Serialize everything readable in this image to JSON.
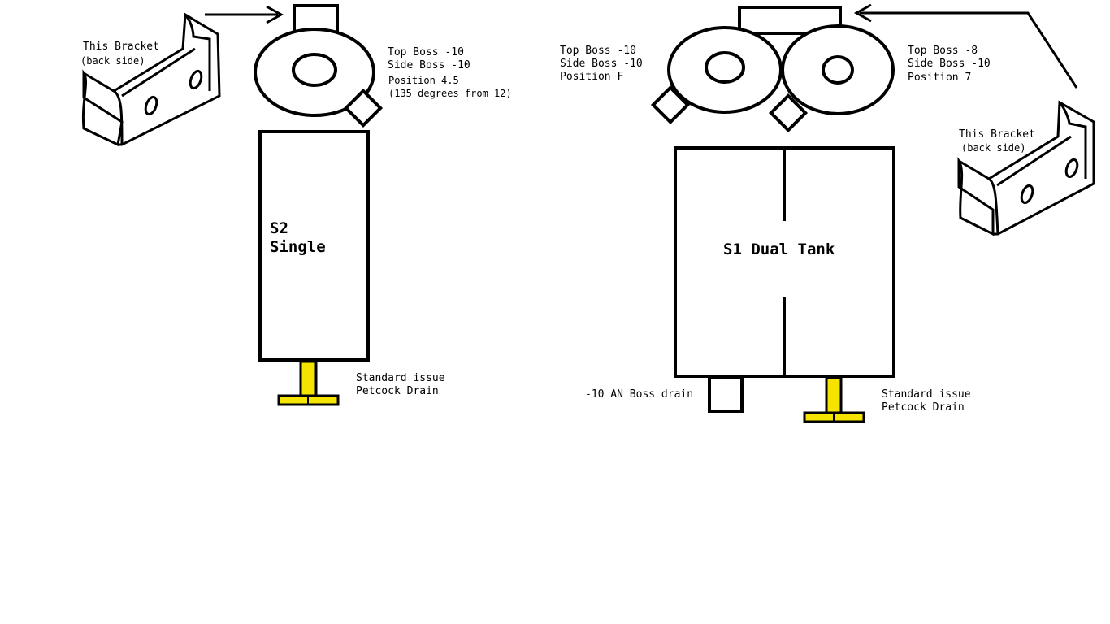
{
  "colors": {
    "line": "#000000",
    "drain_fill": "#f5e400",
    "background": "#ffffff"
  },
  "left_bracket": {
    "title": "This Bracket",
    "subtitle": "(back side)"
  },
  "right_bracket": {
    "title": "This Bracket",
    "subtitle": "(back side)"
  },
  "s2": {
    "body_line1": "S2",
    "body_line2": "Single",
    "spec_line1": "Top Boss -10",
    "spec_line2": "Side Boss -10",
    "spec_line3": "Position 4.5",
    "spec_line4": "(135 degrees from 12)",
    "drain_line1": "Standard issue",
    "drain_line2": "Petcock Drain"
  },
  "s1": {
    "body_label": "S1 Dual Tank",
    "left_spec_line1": "Top Boss -10",
    "left_spec_line2": "Side Boss -10",
    "left_spec_line3": "Position F",
    "right_spec_line1": "Top Boss -8",
    "right_spec_line2": "Side Boss -10",
    "right_spec_line3": "Position 7",
    "boss_drain_label": "-10 AN Boss drain",
    "drain_line1": "Standard issue",
    "drain_line2": "Petcock Drain"
  }
}
